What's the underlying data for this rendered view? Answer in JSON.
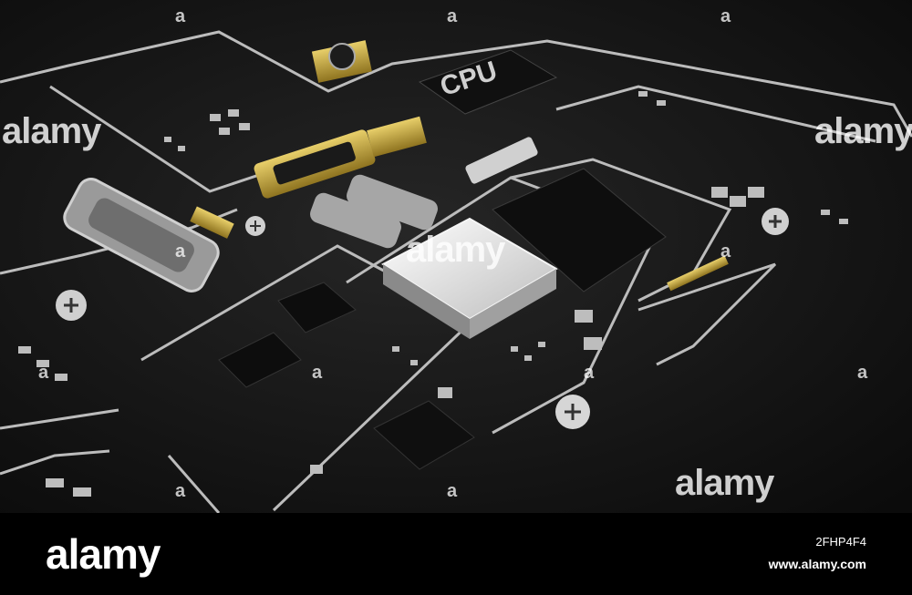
{
  "board": {
    "chip_label": "CPU"
  },
  "watermark": {
    "small_mark": "a",
    "word": "alamy"
  },
  "footer": {
    "logo": "alamy",
    "image_id": "2FHP4F4",
    "url": "www.alamy.com"
  },
  "colors": {
    "board": "#151515",
    "trace": "#cfcfcf",
    "gold": "#c9a93a",
    "chip_silver": "#e8e8e8"
  }
}
